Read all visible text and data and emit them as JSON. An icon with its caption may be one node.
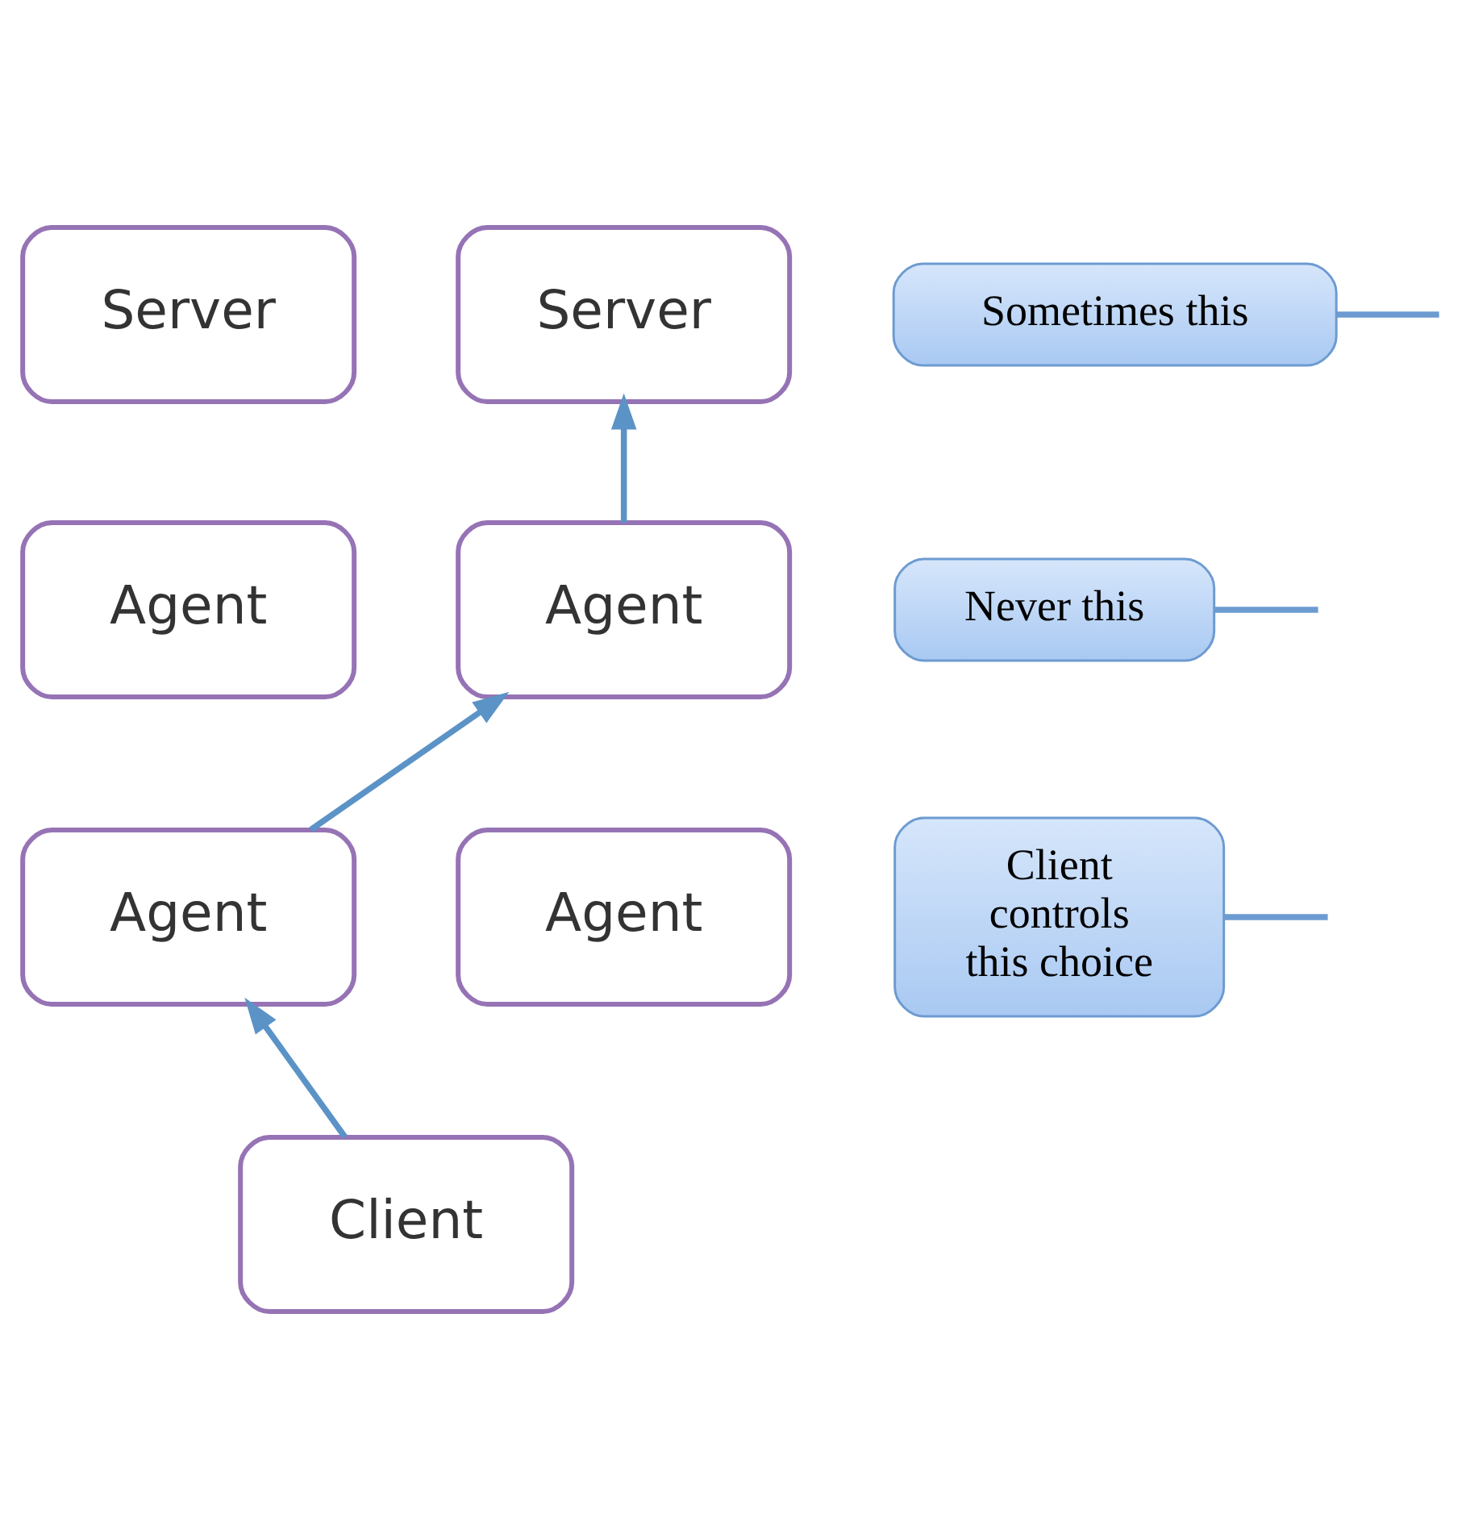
{
  "diagram": {
    "nodes": [
      {
        "text": [
          "Server"
        ]
      },
      {
        "text": [
          "Server"
        ]
      },
      {
        "text": [
          "Sometimes this"
        ]
      },
      {
        "text": [
          "Agent"
        ]
      },
      {
        "text": [
          "Agent"
        ]
      },
      {
        "text": [
          "Never this"
        ]
      },
      {
        "text": [
          "Agent"
        ]
      },
      {
        "text": [
          "Agent"
        ]
      },
      {
        "text": [
          "Client controls this choice"
        ]
      },
      {
        "text": [
          "Client"
        ]
      }
    ],
    "edges": [
      {
        "from": 9,
        "to": 6,
        "arrow": "to"
      },
      {
        "from": 6,
        "to": 4,
        "arrow": "to"
      },
      {
        "from": 4,
        "to": 1,
        "arrow": "to"
      },
      {
        "from": 2,
        "to": null,
        "arrow": "none",
        "color": "#6d9bd1"
      },
      {
        "from": 5,
        "to": null,
        "arrow": "none",
        "color": "#6d9bd1"
      },
      {
        "from": 8,
        "to": null,
        "arrow": "none",
        "color": "#6d9bd1"
      }
    ]
  }
}
